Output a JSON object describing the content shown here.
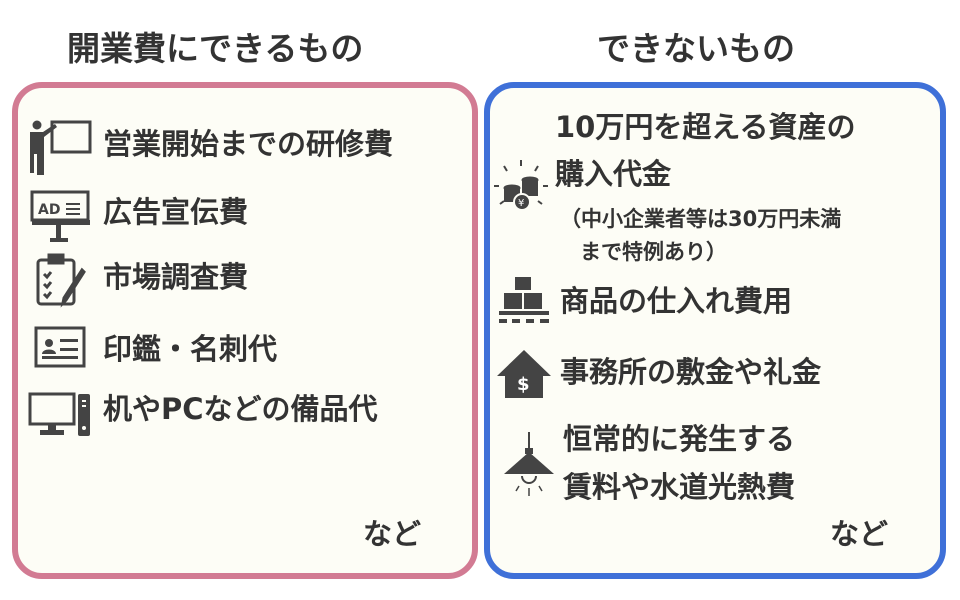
{
  "left": {
    "title": "開業費にできるもの",
    "items": [
      {
        "label": "営業開始までの研修費",
        "icon": "presentation-icon"
      },
      {
        "label": "広告宣伝費",
        "icon": "ad-billboard-icon"
      },
      {
        "label": "市場調査費",
        "icon": "clipboard-icon"
      },
      {
        "label": "印鑑・名刺代",
        "icon": "business-card-icon"
      },
      {
        "label": "机やPCなどの備品代",
        "icon": "computer-icon"
      }
    ],
    "etc": "など",
    "border_color": "#d27b93"
  },
  "right": {
    "title": "できないもの",
    "items": [
      {
        "label_line1": "10万円を超える資産の",
        "label_line2": "購入代金",
        "note_line1": "（中小企業者等は30万円未満",
        "note_line2": "まで特例あり）",
        "icon": "coins-icon"
      },
      {
        "label": "商品の仕入れ費用",
        "icon": "boxes-pallet-icon"
      },
      {
        "label": "事務所の敷金や礼金",
        "icon": "house-dollar-icon"
      },
      {
        "label_line1": "恒常的に発生する",
        "label_line2": "賃料や水道光熱費",
        "icon": "lamp-icon"
      }
    ],
    "etc": "など",
    "border_color": "#3f70d8"
  }
}
